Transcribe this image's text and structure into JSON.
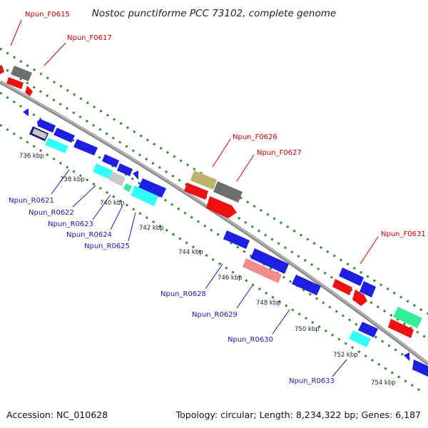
{
  "title": "Nostoc punctiforme PCC 73102, complete genome",
  "footer": {
    "accession": "Accession: NC_010628",
    "summary": "Topology: circular; Length: 8,234,322 bp; Genes: 6,187"
  },
  "colors": {
    "forward_label": "#cc0000",
    "reverse_label": "#1a1aa6",
    "backbone": "#8c8c8c",
    "tick_dots": "#2e8b2e",
    "blue": "#1f1fe0",
    "red": "#ee1111",
    "gray": "#6e6e6e",
    "cyan": "#33ffff",
    "olive": "#bdb36b",
    "salmon": "#f08c8c",
    "lightgray": "#c8c8c8",
    "spring": "#33ee99",
    "navy": "#1a1a7a"
  },
  "ruler_labels": [
    "736 kbp",
    "738 kbp",
    "740 kbp",
    "742 kbp",
    "744 kbp",
    "746 kbp",
    "748 kbp",
    "750 kbp",
    "752 kbp",
    "754 kbp"
  ],
  "gene_labels": {
    "forward": [
      "Npun_F0615",
      "Npun_F0617",
      "Npun_F0626",
      "Npun_F0627",
      "Npun_F0631"
    ],
    "reverse": [
      "Npun_R0621",
      "Npun_R0622",
      "Npun_R0623",
      "Npun_R0624",
      "Npun_R0625",
      "Npun_R0628",
      "Npun_R0629",
      "Npun_R0630",
      "Npun_R0633"
    ]
  }
}
